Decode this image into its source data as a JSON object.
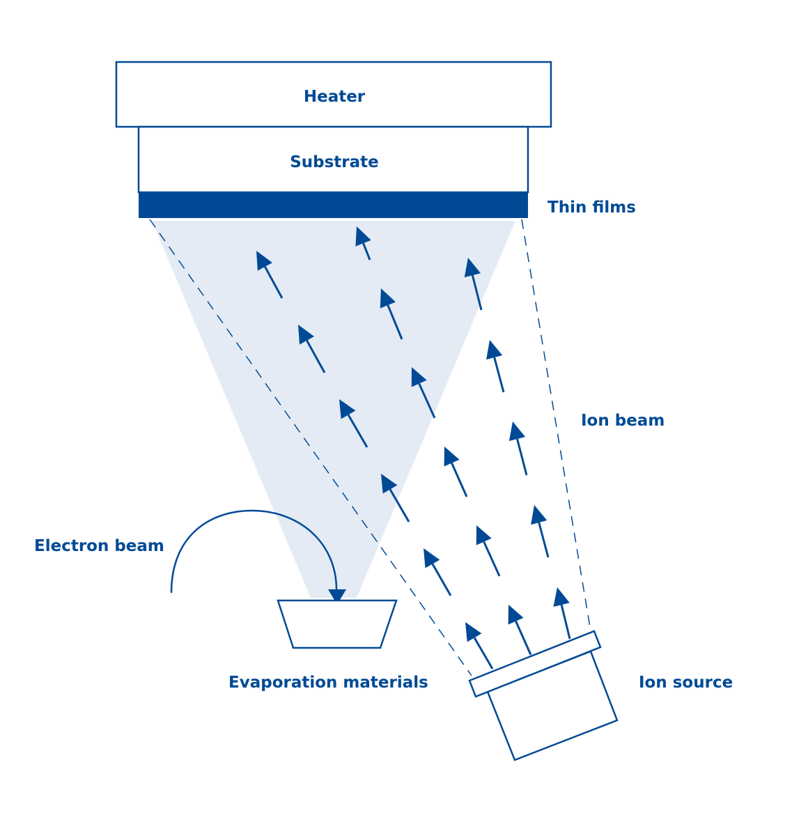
{
  "colors": {
    "primary": "#004A95",
    "evaporation_cloud": "#E4EBF4",
    "background": "#FFFFFF"
  },
  "labels": {
    "heater": "Heater",
    "substrate": "Substrate",
    "thin_films": "Thin films",
    "ion_beam": "Ion beam",
    "electron_beam": "Electron beam",
    "evaporation_materials": "Evaporation materials",
    "ion_source": "Ion source"
  },
  "arrows": {
    "count": 17,
    "direction": "upward-toward-substrate"
  }
}
